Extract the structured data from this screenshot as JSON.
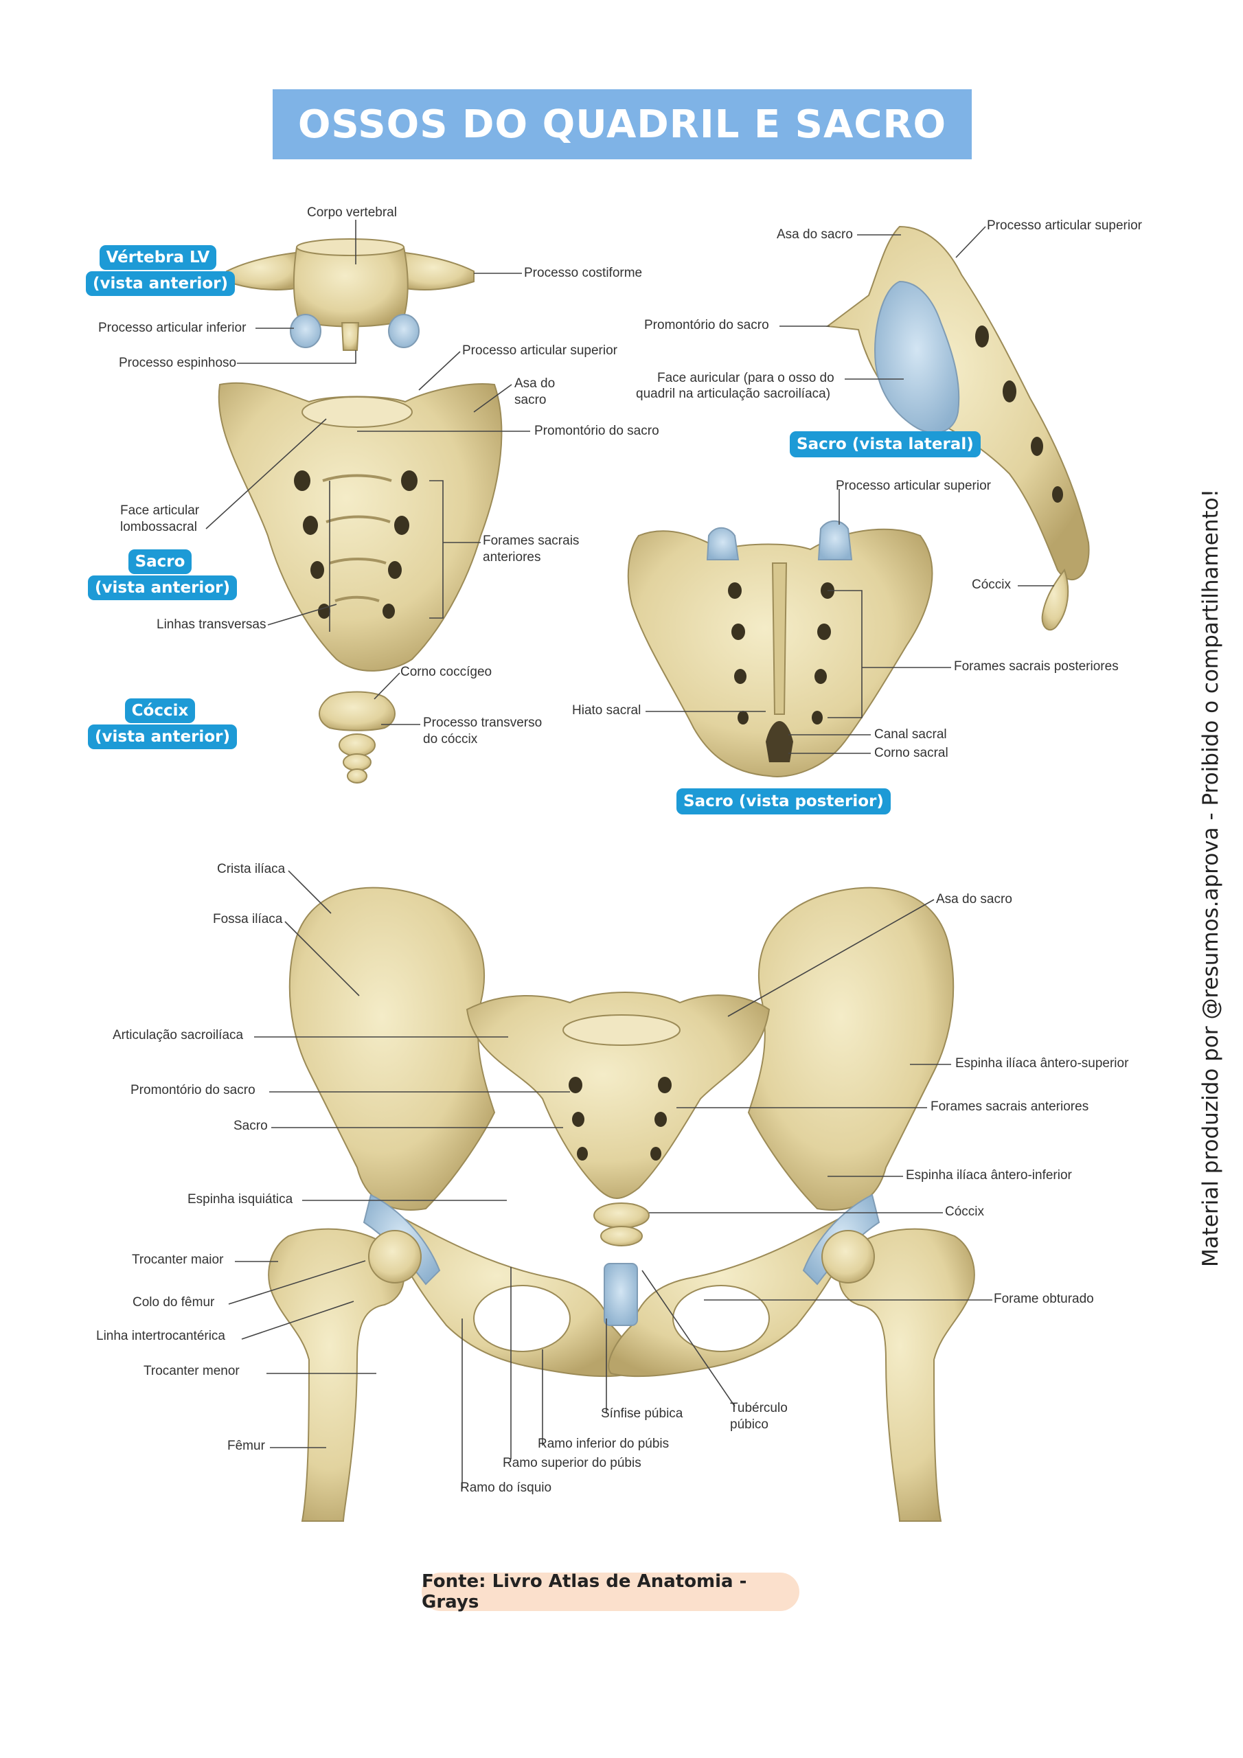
{
  "title": "OSSOS DO QUADRIL E SACRO",
  "badges": {
    "vertebra": [
      "Vértebra LV",
      "(vista anterior)"
    ],
    "sacrum_anterior": [
      "Sacro",
      "(vista anterior)"
    ],
    "coccyx": [
      "Cóccix",
      "(vista anterior)"
    ],
    "sacrum_lateral": "Sacro (vista lateral)",
    "sacrum_posterior": "Sacro (vista posterior)"
  },
  "labels": {
    "vertebra": {
      "corpo_vertebral": "Corpo vertebral",
      "processo_costiforme": "Processo costiforme",
      "processo_articular_inferior": "Processo articular inferior",
      "processo_espinhoso": "Processo espinhoso"
    },
    "sacrum_anterior": {
      "processo_articular_superior": "Processo articular superior",
      "asa_do_sacro_1": "Asa do",
      "asa_do_sacro_2": "sacro",
      "promontorio": "Promontório do sacro",
      "face_articular_1": "Face articular",
      "face_articular_2": "lombossacral",
      "forames_1": "Forames sacrais",
      "forames_2": "anteriores",
      "linhas_transversas": "Linhas transversas"
    },
    "coccyx": {
      "corno_coccigeo": "Corno coccígeo",
      "processo_transverso_1": "Processo transverso",
      "processo_transverso_2": "do cóccix"
    },
    "sacrum_lateral": {
      "asa_do_sacro": "Asa do sacro",
      "processo_articular_superior": "Processo articular superior",
      "promontorio": "Promontório do sacro",
      "face_auricular_1": "Face auricular (para o osso do",
      "face_auricular_2": "quadril na articulação sacroilíaca)",
      "coccix": "Cóccix"
    },
    "sacrum_posterior": {
      "processo_articular_superior": "Processo articular superior",
      "forames_posteriores": "Forames sacrais posteriores",
      "hiato_sacral": "Hiato sacral",
      "canal_sacral": "Canal sacral",
      "corno_sacral": "Corno sacral"
    },
    "pelvis": {
      "crista_iliaca": "Crista ilíaca",
      "fossa_iliaca": "Fossa ilíaca",
      "articulacao_sacroiliaca": "Articulação sacroilíaca",
      "promontorio": "Promontório do sacro",
      "sacro": "Sacro",
      "espinha_isquiatica": "Espinha isquiática",
      "trocanter_maior": "Trocanter maior",
      "colo_do_femur": "Colo do fêmur",
      "linha_intertrocanterica": "Linha intertrocantérica",
      "trocanter_menor": "Trocanter menor",
      "femur": "Fêmur",
      "asa_do_sacro": "Asa do sacro",
      "espinha_antero_superior": "Espinha ilíaca ântero-superior",
      "forames_anteriores": "Forames sacrais anteriores",
      "espinha_antero_inferior": "Espinha ilíaca ântero-inferior",
      "coccix": "Cóccix",
      "forame_obturado": "Forame obturado",
      "sinfise_pubica": "Sínfise púbica",
      "tuberculo_1": "Tubérculo",
      "tuberculo_2": "púbico",
      "ramo_inferior": "Ramo inferior do púbis",
      "ramo_superior": "Ramo superior do púbis",
      "ramo_isquio": "Ramo do ísquio"
    }
  },
  "source": "Fonte: Livro Atlas de Anatomia - Grays",
  "side_note": "Material produzido por @resumos.aprova - Proibido o compartilhamento!",
  "colors": {
    "title_bg": "#7fb3e6",
    "badge_bg": "#1d9ad6",
    "bone": "#e6d9a8",
    "cartilage": "#a9c8e0",
    "source_bg": "#fbe0cc"
  }
}
